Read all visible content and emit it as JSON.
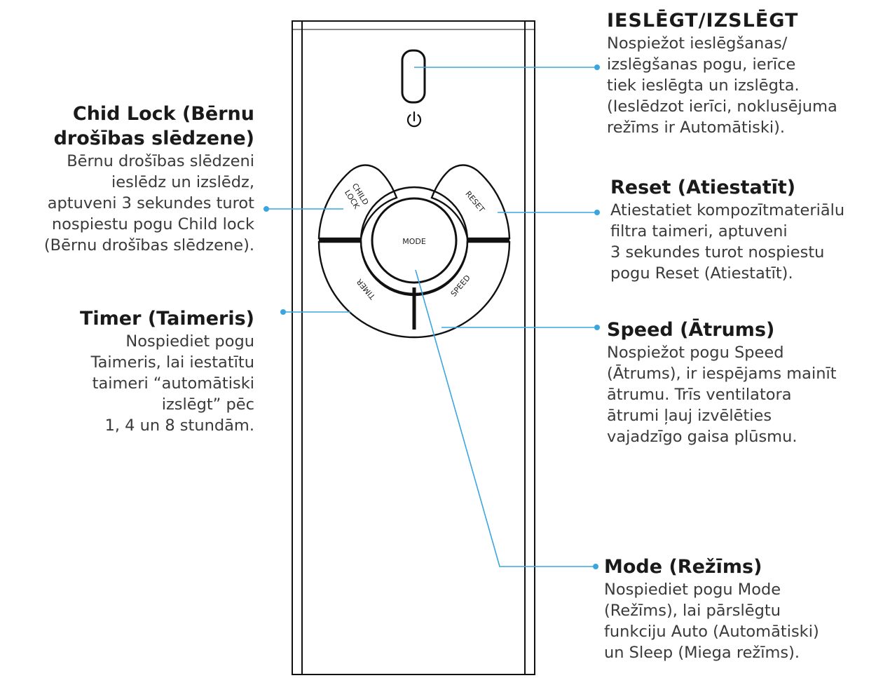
{
  "remote": {
    "buttons": {
      "power": "power-icon",
      "child_lock": [
        "CHILD",
        "LOCK"
      ],
      "reset": "RESET",
      "mode": "MODE",
      "timer": "TIMER",
      "speed": "SPEED"
    }
  },
  "callouts": {
    "power": {
      "title": "IESLĒGT/IZSLĒGT",
      "lines": [
        "Nospiežot ieslēgšanas/",
        "izslēgšanas pogu, ierīce",
        "tiek ieslēgta un izslēgta.",
        "(Ieslēdzot ierīci, noklusējuma",
        "režīms ir Automātiski)."
      ]
    },
    "reset": {
      "title": "Reset (Atiestatīt)",
      "lines": [
        "Atiestatiet kompozītmateriālu",
        "filtra taimeri, aptuveni",
        "3 sekundes turot nospiestu",
        "pogu Reset (Atiestatīt)."
      ]
    },
    "speed": {
      "title": "Speed (Ātrums)",
      "lines": [
        "Nospiežot pogu Speed",
        "(Ātrums), ir iespējams mainīt",
        "ātrumu. Trīs ventilatora",
        "ātrumi ļauj izvēlēties",
        "vajadzīgo gaisa plūsmu."
      ]
    },
    "mode": {
      "title": "Mode (Režīms)",
      "lines": [
        "Nospiediet pogu Mode",
        "(Režīms), lai pārslēgtu",
        "funkciju Auto (Automātiski)",
        "un Sleep (Miega režīms)."
      ]
    },
    "child_lock": {
      "title": [
        "Chid Lock (Bērnu",
        "drošības slēdzene)"
      ],
      "lines": [
        "Bērnu drošības slēdzeni",
        "ieslēdz un izslēdz,",
        "aptuveni 3 sekundes turot",
        "nospiestu pogu Child lock",
        "(Bērnu drošības slēdzene)."
      ]
    },
    "timer": {
      "title": "Timer (Taimeris)",
      "lines": [
        "Nospiediet pogu",
        "Taimeris, lai iestatītu",
        "taimeri “automātiski",
        "izslēgt” pēc",
        "1, 4 un 8 stundām."
      ]
    }
  },
  "colors": {
    "leader": "#3aa6e0",
    "outline": "#111111"
  }
}
